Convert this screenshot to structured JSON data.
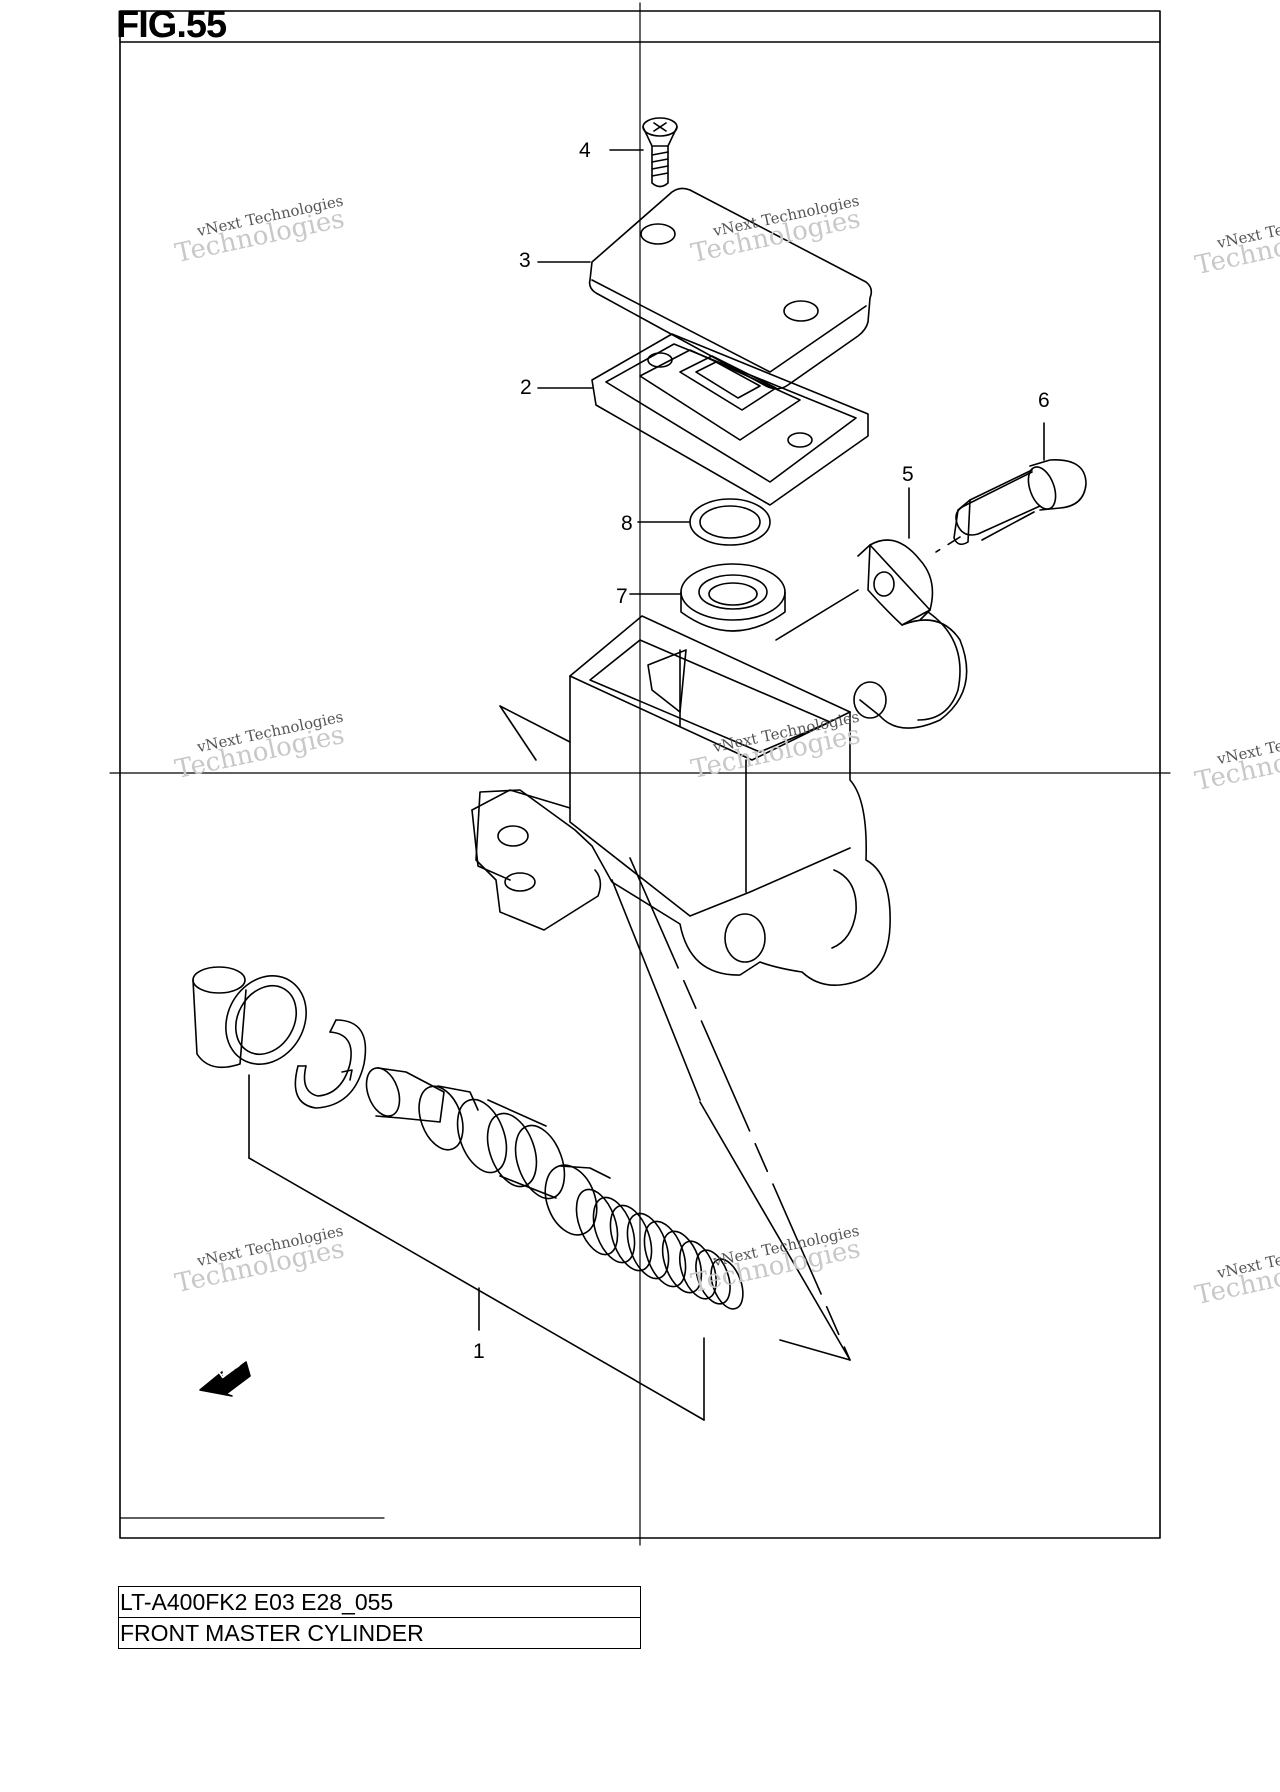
{
  "figure": {
    "title": "FIG.55"
  },
  "callouts": [
    {
      "id": "c4",
      "label": "4"
    },
    {
      "id": "c3",
      "label": "3"
    },
    {
      "id": "c2",
      "label": "2"
    },
    {
      "id": "c6",
      "label": "6"
    },
    {
      "id": "c5",
      "label": "5"
    },
    {
      "id": "c8",
      "label": "8"
    },
    {
      "id": "c7",
      "label": "7"
    },
    {
      "id": "c1",
      "label": "1"
    }
  ],
  "direction_marker": {
    "label": "FWD"
  },
  "watermark": {
    "line1": "vNext Technologies",
    "line2": "Technologies"
  },
  "title_block": {
    "code": "LT-A400FK2 E03 E28_055",
    "name": "FRONT MASTER CYLINDER"
  }
}
